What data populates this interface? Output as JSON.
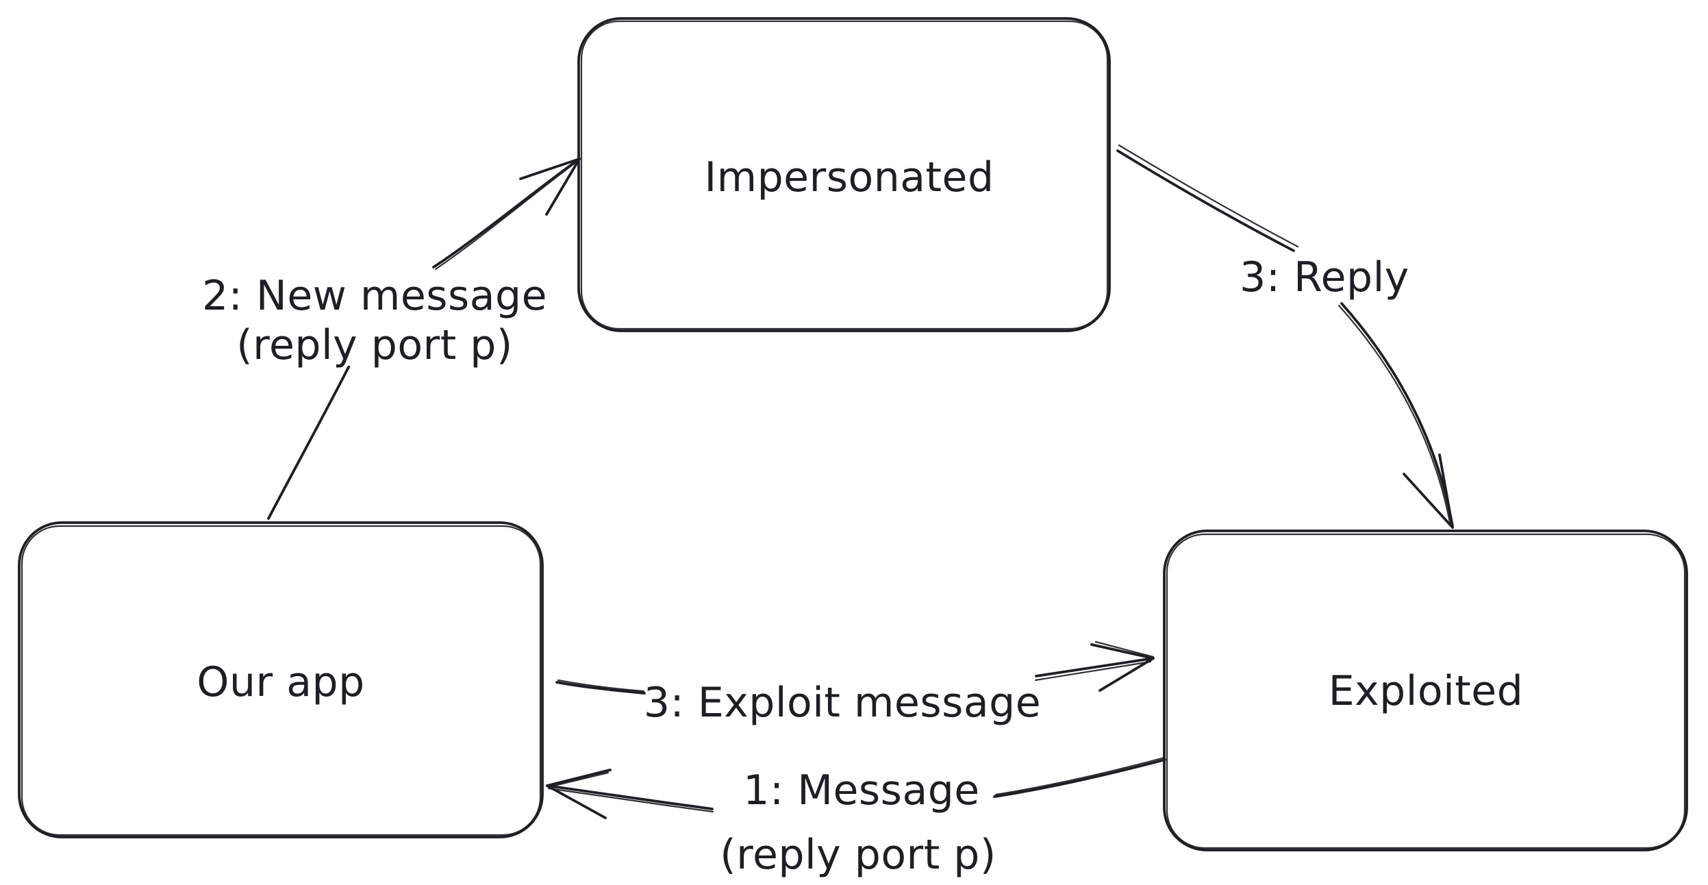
{
  "app": {
    "kind": "whiteboard-sketch-diagram",
    "background_color": "#ffffff",
    "stroke_color": "#1e1e24"
  },
  "nodes": [
    {
      "id": "impersonated",
      "label": "Impersonated"
    },
    {
      "id": "our-app",
      "label": "Our app"
    },
    {
      "id": "exploited",
      "label": "Exploited"
    }
  ],
  "edges": [
    {
      "id": "new-message",
      "from": "our-app",
      "to": "impersonated",
      "label_line1": "2: New message",
      "label_line2": "(reply port p)"
    },
    {
      "id": "reply",
      "from": "impersonated",
      "to": "exploited",
      "label_line1": "3: Reply",
      "label_line2": ""
    },
    {
      "id": "exploit-message",
      "from": "our-app",
      "to": "exploited",
      "label_line1": "3: Exploit message",
      "label_line2": ""
    },
    {
      "id": "message",
      "from": "exploited",
      "to": "our-app",
      "label_line1": "1: Message",
      "label_line2": "(reply port p)"
    }
  ]
}
